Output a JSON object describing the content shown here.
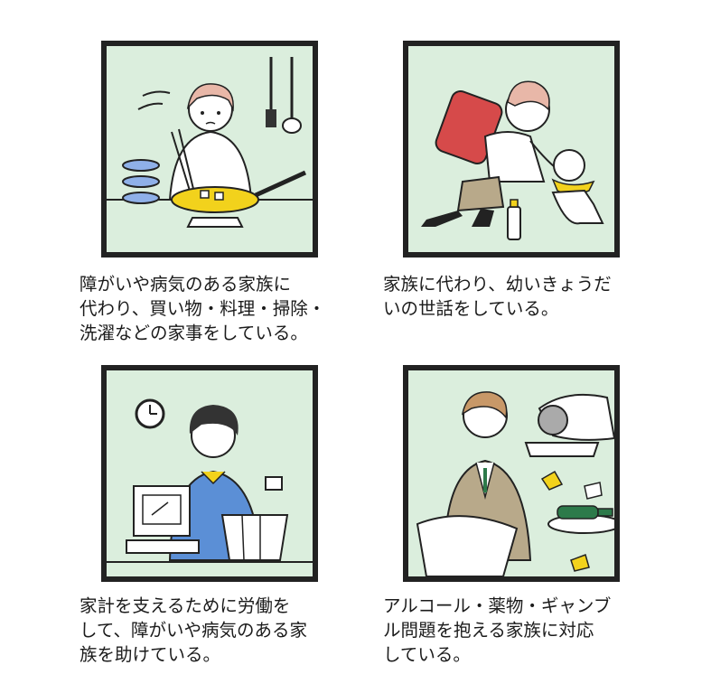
{
  "panels": [
    {
      "caption": "障がいや病気のある家族に\n代わり、買い物・料理・掃除・\n洗濯などの家事をしている。",
      "scene": "cooking"
    },
    {
      "caption": "家族に代わり、幼いきょうだ\nいの世話をしている。",
      "scene": "childcare"
    },
    {
      "caption": "家計を支えるために労働を\nして、障がいや病気のある家\n族を助けている。",
      "scene": "working"
    },
    {
      "caption": "アルコール・薬物・ギャンブ\nル問題を抱える家族に対応\nしている。",
      "scene": "addiction"
    }
  ],
  "colors": {
    "panel_bg": "#dbeedd",
    "border": "#222222",
    "accent_yellow": "#f2d21c",
    "accent_red": "#d64a4a",
    "accent_blue": "#5b8fd6",
    "hair_pink": "#e8b7a8"
  }
}
